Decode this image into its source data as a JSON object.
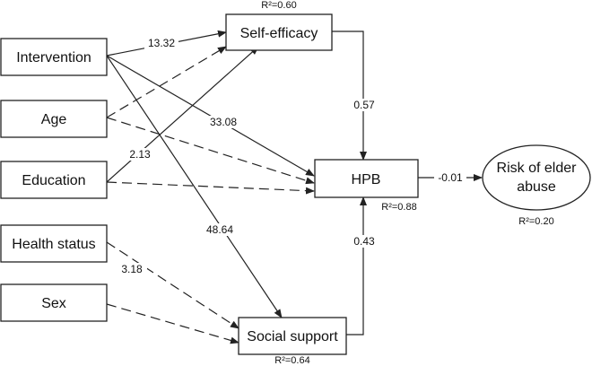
{
  "nodes": {
    "intervention": {
      "label": "Intervention"
    },
    "age": {
      "label": "Age"
    },
    "education": {
      "label": "Education"
    },
    "health_status": {
      "label": "Health status"
    },
    "sex": {
      "label": "Sex"
    },
    "self_efficacy": {
      "label": "Self-efficacy",
      "r2": "R²=0.60"
    },
    "hpb": {
      "label": "HPB",
      "r2": "R²=0.88"
    },
    "social_support": {
      "label": "Social support",
      "r2": "R²=0.64"
    },
    "risk": {
      "label_line1": "Risk of elder",
      "label_line2": "abuse",
      "r2": "R²=0.20"
    }
  },
  "edges": {
    "intervention_self_efficacy": {
      "label": "13.32",
      "style": "solid"
    },
    "intervention_hpb": {
      "label": "33.08",
      "style": "solid"
    },
    "intervention_social_support": {
      "label": "48.64",
      "style": "solid"
    },
    "age_self_efficacy": {
      "label": "",
      "style": "dashed"
    },
    "age_hpb": {
      "label": "",
      "style": "dashed"
    },
    "education_self_efficacy": {
      "label": "2.13",
      "style": "solid"
    },
    "education_hpb": {
      "label": "",
      "style": "dashed"
    },
    "health_status_social_support": {
      "label": "3.18",
      "style": "dashed"
    },
    "sex_social_support": {
      "label": "",
      "style": "dashed"
    },
    "self_efficacy_hpb": {
      "label": "0.57",
      "style": "solid"
    },
    "social_support_hpb": {
      "label": "0.43",
      "style": "solid"
    },
    "hpb_risk": {
      "label": "-0.01",
      "style": "solid"
    }
  }
}
